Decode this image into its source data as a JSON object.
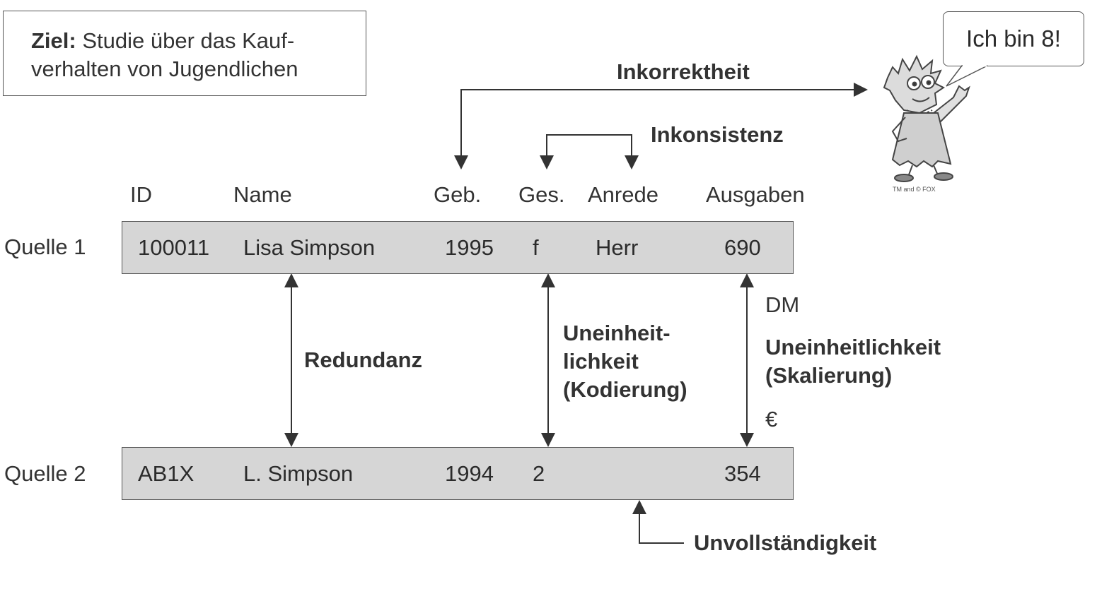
{
  "goal": {
    "label": "Ziel:",
    "text_line1": "Studie über das Kauf-",
    "text_line2": "verhalten von Jugendlichen"
  },
  "speech_bubble": "Ich bin 8!",
  "character_copyright": "TM and © FOX",
  "headers": [
    "ID",
    "Name",
    "Geb.",
    "Ges.",
    "Anrede",
    "Ausgaben"
  ],
  "sources": [
    {
      "label": "Quelle 1",
      "cells": [
        "100011",
        "Lisa Simpson",
        "1995",
        "f",
        "Herr",
        "690"
      ]
    },
    {
      "label": "Quelle 2",
      "cells": [
        "AB1X",
        "L. Simpson",
        "1994",
        "2",
        "",
        "354"
      ]
    }
  ],
  "annotations": {
    "inkorrektheit": "Inkorrektheit",
    "inkonsistenz": "Inkonsistenz",
    "redundanz": "Redundanz",
    "uneinheitlichkeit_kodierung": [
      "Uneinheit-",
      "lichkeit",
      "(Kodierung)"
    ],
    "uneinheitlichkeit_skalierung": [
      "Uneinheitlichkeit",
      "(Skalierung)"
    ],
    "unvollstaendigkeit": "Unvollständigkeit",
    "unit_top": "DM",
    "unit_bottom": "€"
  },
  "colors": {
    "cell_fill": "#d6d6d6",
    "line": "#333333",
    "text": "#2b2b2b"
  },
  "icons": {
    "character": "lisa-simpson-cartoon"
  }
}
